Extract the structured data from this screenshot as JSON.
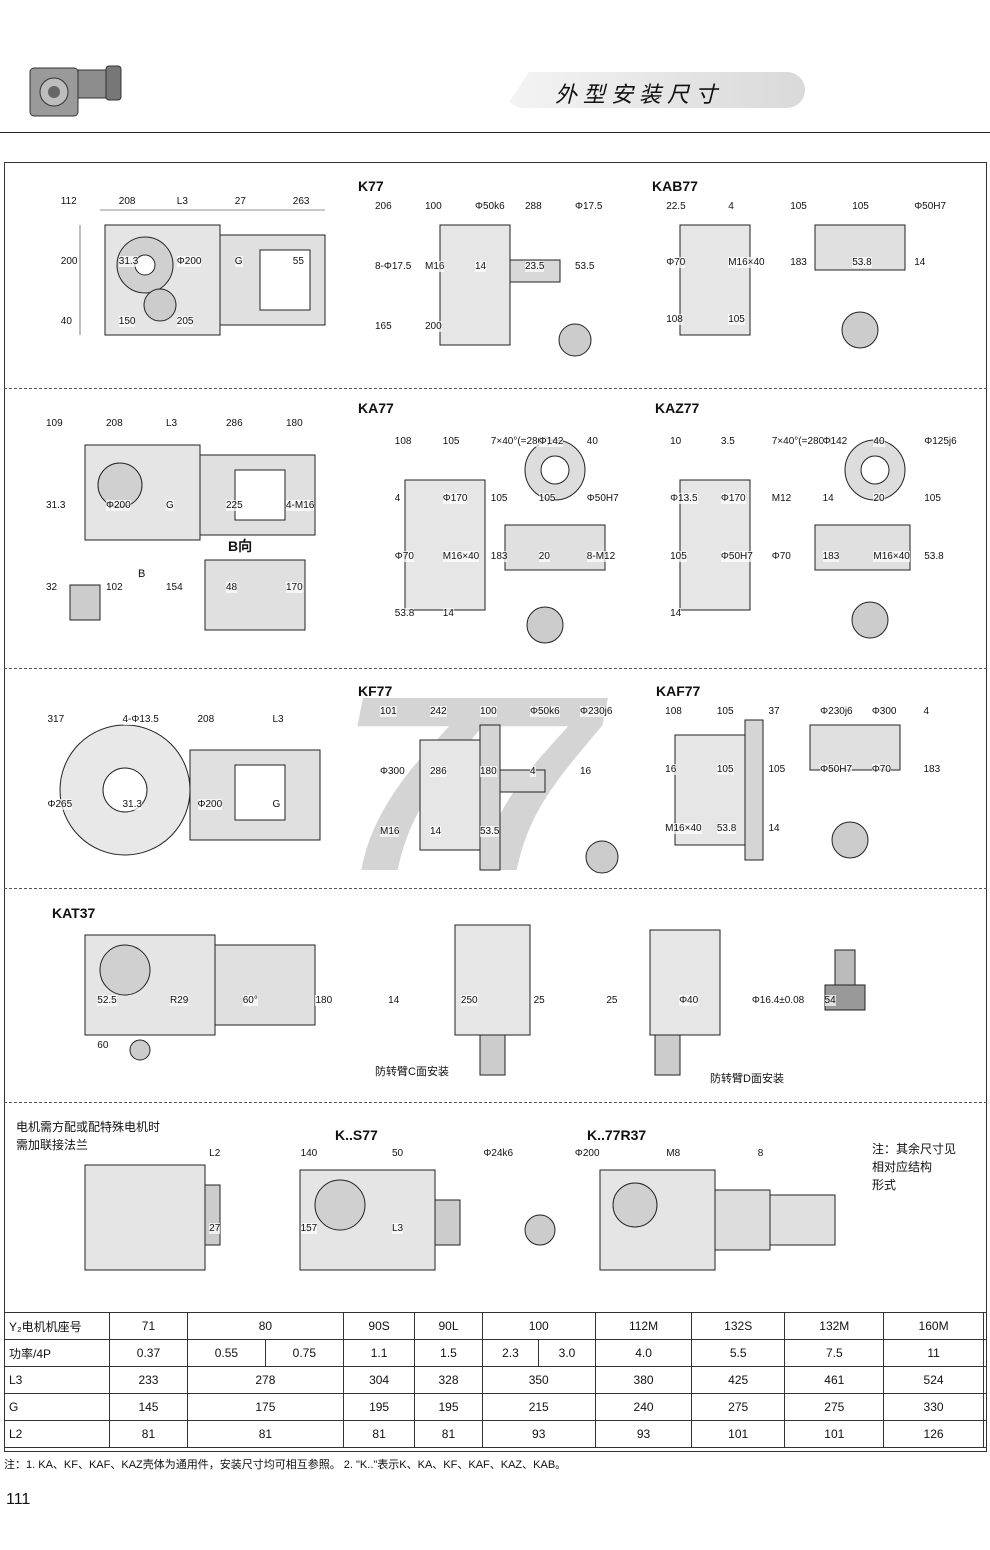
{
  "header": {
    "title": "外型安装尺寸",
    "page_number": "111",
    "watermark": "77"
  },
  "sections": {
    "k": {
      "labels": {
        "k77": "K77",
        "kab77": "KAB77"
      },
      "dims_left": [
        "112",
        "208",
        "L3",
        "27",
        "263",
        "200",
        "31.3",
        "Φ200",
        "G",
        "55",
        "40",
        "150",
        "205"
      ],
      "dims_mid": [
        "206",
        "100",
        "Φ50k6",
        "288",
        "Φ17.5",
        "8-Φ17.5",
        "M16",
        "14",
        "23.5",
        "53.5",
        "165",
        "200"
      ],
      "dims_right": [
        "22.5",
        "4",
        "105",
        "105",
        "Φ50H7",
        "Φ70",
        "M16×40",
        "183",
        "53.8",
        "14",
        "108",
        "105"
      ]
    },
    "ka": {
      "labels": {
        "ka77": "KA77",
        "kaz77": "KAZ77",
        "b_view": "B向",
        "b": "B"
      },
      "dims_left": [
        "109",
        "208",
        "L3",
        "286",
        "180",
        "31.3",
        "Φ200",
        "G",
        "225",
        "4-M16",
        "32",
        "102",
        "154",
        "48",
        "170"
      ],
      "dims_mid": [
        "108",
        "105",
        "7×40°(=280°)",
        "Φ142",
        "40",
        "4",
        "Φ170",
        "105",
        "105",
        "Φ50H7",
        "Φ70",
        "M16×40",
        "183",
        "20",
        "8-M12",
        "53.8",
        "14"
      ],
      "dims_right": [
        "10",
        "3.5",
        "7×40°(=280°)",
        "Φ142",
        "40",
        "Φ125j6",
        "Φ13.5",
        "Φ170",
        "M12",
        "14",
        "20",
        "105",
        "105",
        "Φ50H7",
        "Φ70",
        "183",
        "M16×40",
        "53.8",
        "14"
      ]
    },
    "kf": {
      "labels": {
        "kf77": "KF77",
        "kaf77": "KAF77"
      },
      "dims_left": [
        "317",
        "4-Φ13.5",
        "208",
        "L3",
        "Φ265",
        "31.3",
        "Φ200",
        "G"
      ],
      "dims_mid": [
        "101",
        "242",
        "100",
        "Φ50k6",
        "Φ230j6",
        "Φ300",
        "286",
        "180",
        "4",
        "16",
        "M16",
        "14",
        "53.5"
      ],
      "dims_right": [
        "108",
        "105",
        "37",
        "Φ230j6",
        "Φ300",
        "4",
        "16",
        "105",
        "105",
        "Φ50H7",
        "Φ70",
        "183",
        "M16×40",
        "53.8",
        "14"
      ]
    },
    "kat": {
      "labels": {
        "kat37": "KAT37",
        "arm_c": "防转臂C面安装",
        "arm_d": "防转臂D面安装"
      },
      "dims": [
        "52.5",
        "R29",
        "60°",
        "180",
        "14",
        "250",
        "25",
        "25",
        "Φ40",
        "Φ16.4±0.08",
        "54",
        "60"
      ]
    },
    "ks": {
      "labels": {
        "motor_note": "电机需方配或配特殊电机时\n需加联接法兰",
        "ks77": "K..S77",
        "k77r37": "K..77R37",
        "remark": "注：其余尺寸见\n相对应结构\n形式"
      },
      "dims": [
        "L2",
        "140",
        "50",
        "Φ24k6",
        "Φ200",
        "M8",
        "8",
        "27",
        "157",
        "L3"
      ]
    }
  },
  "table": {
    "headers": [
      "Y₂电机机座号",
      "71",
      "80",
      "90S",
      "90L",
      "100",
      "112M",
      "132S",
      "132M",
      "160M"
    ],
    "power": {
      "label": "功率/4P",
      "values": [
        "0.37",
        "0.55",
        "0.75",
        "1.1",
        "1.5",
        "2.3",
        "3.0",
        "4.0",
        "5.5",
        "7.5",
        "11"
      ]
    },
    "l3": {
      "label": "L3",
      "values": [
        "233",
        "278",
        "304",
        "328",
        "350",
        "380",
        "425",
        "461",
        "524"
      ]
    },
    "g": {
      "label": "G",
      "values": [
        "145",
        "175",
        "195",
        "195",
        "215",
        "240",
        "275",
        "275",
        "330"
      ]
    },
    "l2": {
      "label": "L2",
      "values": [
        "81",
        "81",
        "81",
        "81",
        "93",
        "93",
        "101",
        "101",
        "126"
      ]
    }
  },
  "footnote": "注：1. KA、KF、KAF、KAZ壳体为通用件，安装尺寸均可相互参照。   2. \"K..\"表示K、KA、KF、KAF、KAZ、KAB。"
}
